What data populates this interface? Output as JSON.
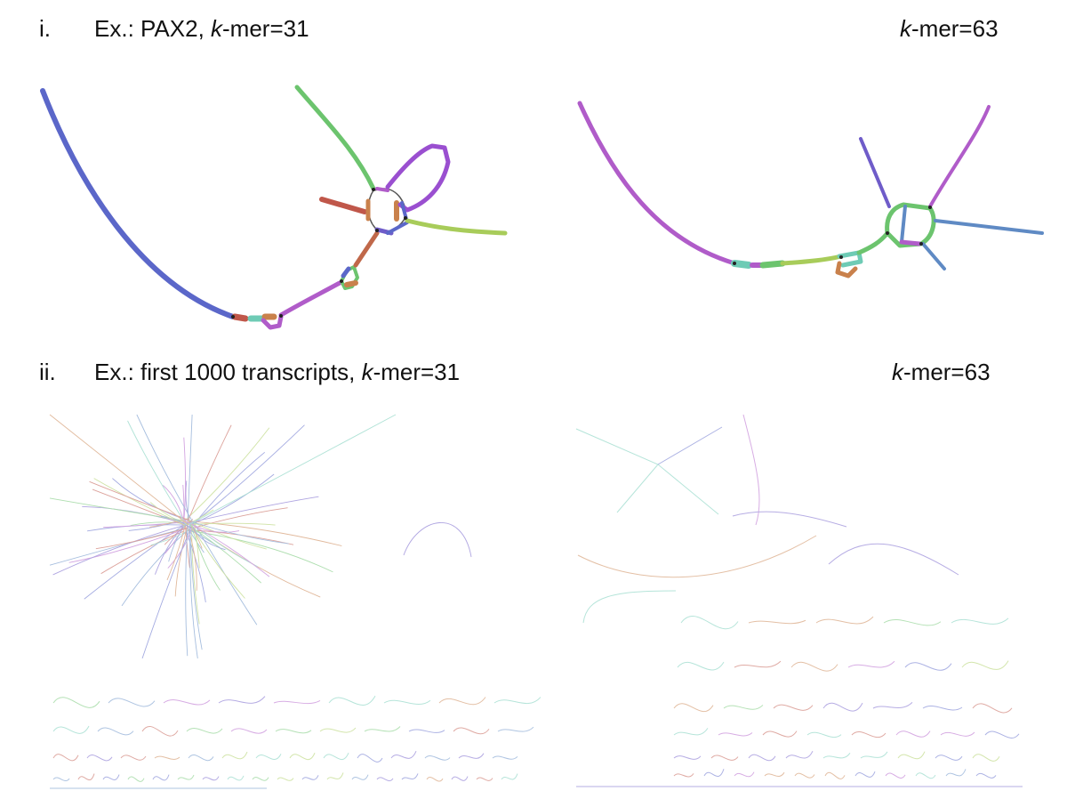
{
  "panel_i": {
    "roman": "i.",
    "left_title_prefix": "Ex.: PAX2, ",
    "k": "k",
    "left_kmer_suffix": "-mer=31",
    "right_kmer_suffix": "-mer=63"
  },
  "panel_ii": {
    "roman": "ii.",
    "left_title_prefix": "Ex.: first 1000 transcripts, ",
    "k": "k",
    "left_kmer_suffix": "-mer=31",
    "right_kmer_suffix": "-mer=63"
  },
  "colors": {
    "blue": "#5b67c9",
    "green": "#6cc46e",
    "purple": "#b05cc9",
    "lime": "#a8cc5a",
    "red": "#c0574a",
    "orange": "#c9814c",
    "teal": "#6ecbb5",
    "steel": "#5f8ac4",
    "violet": "#6f5cc9"
  }
}
